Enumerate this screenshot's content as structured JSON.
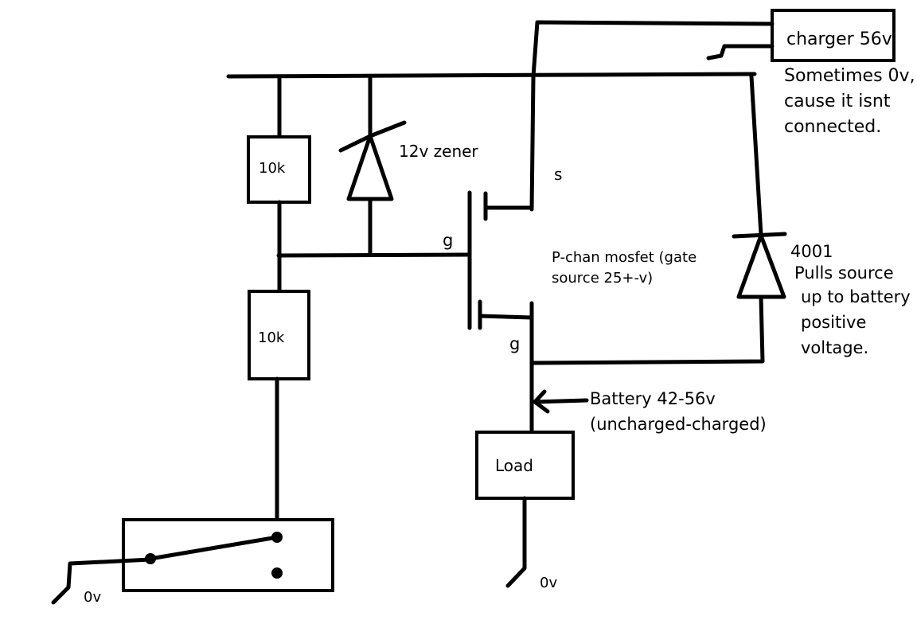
{
  "labels": {
    "resistor_top": "10k",
    "resistor_bottom": "10k",
    "zener": "12v zener",
    "charger": "charger 56v",
    "charger_note": [
      "Sometimes 0v,",
      "cause it isnt",
      "connected."
    ],
    "source_pin": "s",
    "gate_pin": "g",
    "drain_pin": "g",
    "mosfet": [
      "P-chan mosfet (gate",
      "source 25+-v)"
    ],
    "diode_part": "4001",
    "diode_note": [
      "Pulls source",
      "up to battery",
      "positive",
      "voltage."
    ],
    "battery": [
      "Battery 42-56v",
      "(uncharged-charged)"
    ],
    "load": "Load",
    "ground_left": "0v",
    "ground_right": "0v"
  }
}
